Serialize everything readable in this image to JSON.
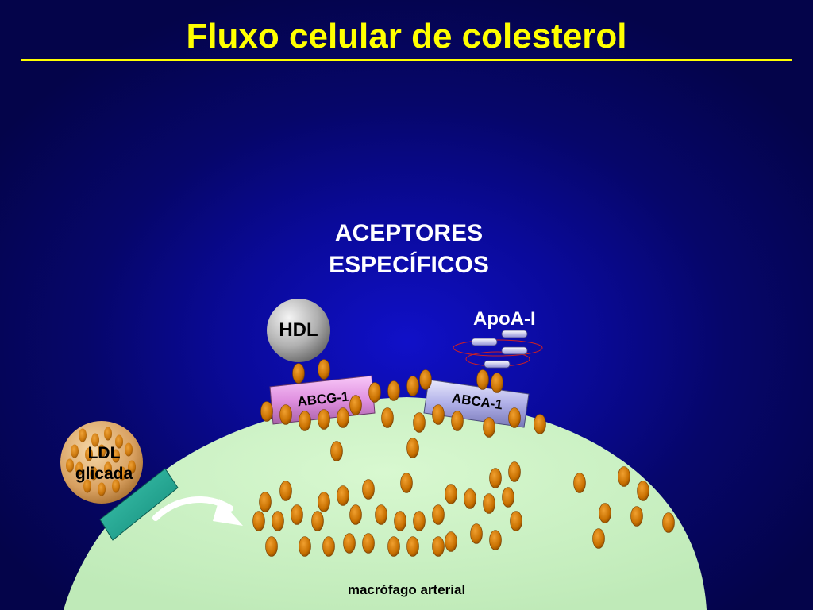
{
  "slide": {
    "title": "Fluxo celular de colesterol",
    "acceptors_label": "ACEPTORES\nESPECÍFICOS",
    "hdl_label": "HDL",
    "apoa_label": "ApoA-I",
    "abcg_label": "ABCG-1",
    "abca_label": "ABCA-1",
    "ldl_label": "LDL\nglicada",
    "cell_label": "macrófago arterial"
  },
  "colors": {
    "title": "#ffff00",
    "cell": "#c8f0c0",
    "cholesterol": "#d07a00",
    "abcg": "#e898e8",
    "abca": "#b8b8f0",
    "receptor": "#20a890",
    "hdl": "#a8a8a8",
    "ldl": "#d8a060"
  }
}
